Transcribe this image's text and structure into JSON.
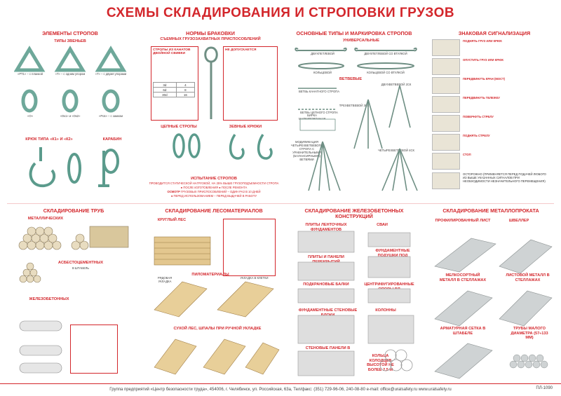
{
  "title": "СХЕМЫ СКЛАДИРОВАНИЯ И СТРОПОВКИ ГРУЗОВ",
  "sections": {
    "elements": {
      "title": "ЭЛЕМЕНТЫ СТРОПОВ",
      "links_title": "ТИПЫ ЗВЕНЬЕВ",
      "links": [
        "«РТ1» – с планкой",
        "«Т» – с одним упором",
        "«Т» – с двумя упорами",
        "«О»",
        "«Ок1» и «Ок2»",
        "«Рсв» – с замком"
      ],
      "hook_title": "КРЮК ТИПА «К1» И «К2»",
      "carbine_title": "КАРАБИН"
    },
    "rejection": {
      "title": "НОРМЫ БРАКОВКИ",
      "subtitle": "СЪЕМНЫХ ГРУЗОЗАХВАТНЫХ ПРИСПОСОБЛЕНИЙ",
      "left_head": "СТРОПЫ ИЗ КАНАТОВ ДВОЙНОЙ СВИВКИ",
      "right_head": "НЕ ДОПУСКАЕТСЯ",
      "table": [
        [
          "3d",
          "4"
        ],
        [
          "6d",
          "8"
        ],
        [
          "30d",
          "16"
        ]
      ],
      "chain_label": "ЦЕПНЫЕ СТРОПЫ",
      "hook_label": "ЗЕВНЫЕ КРЮКИ",
      "test_title": "ИСПЫТАНИЕ СТРОПОВ",
      "test_text_1": "ПРОВОДИТСЯ СТАТИЧЕСКОЙ НАГРУЗКОЙ, НА 25% ВЫШЕ ГРУЗОПОДЪЕМНОСТИ СТРОПА",
      "test_text_2": "● ПОСЛЕ ИЗГОТОВЛЕНИЯ ● ПОСЛЕ РЕМОНТА",
      "inspect_label": "ОСМОТР",
      "inspect_text": "ГРУЗОВЫХ ПРИСПОСОБЛЕНИЙ – ОДИН РАЗ В 10 ДНЕЙ",
      "inspect_text_2": "● ПЕРЕД ИСПОЛЬЗОВАНИЕМ – ПЕРЕД ВЫДАЧЕЙ В РАБОТУ"
    },
    "sling_types": {
      "title": "ОСНОВНЫЕ ТИПЫ И МАРКИРОВКА СТРОПОВ",
      "universal_label": "УНИВЕРСАЛЬНЫЕ",
      "labels": [
        "ДВУХПЕТЛЕВОЙ",
        "ДВУХПЕТЛЕВОЙ СО ВТУЛКОЙ",
        "КОЛЬЦЕВОЙ",
        "КОЛЬЦЕВОЙ СО ВТУЛКОЙ"
      ],
      "branches_label": "ВЕТВЕВЫЕ",
      "rope_branch": "ВЕТВЬ КАНАТНОГО СТРОПА",
      "chain_branch": "ВЕТВЬ ЦЕПНОГО СТРОПА",
      "tag_label": "БИРКА МАРКИРОВОЧНАЯ",
      "three_branch": "ТРЕХВЕТВЕВОЙ 3СК",
      "two_branch": "ДВУХВЕТВЕВОЙ 2СК",
      "four_branch": "ЧЕТЫРЕХВЕТВЕВОЙ 4СК",
      "modification": "МОДИФИКАЦИЯ ЧЕТЫРЕХВЕТВЕВОГО СТРОПА С УРАВНИТЕЛЬНЫМИ (БАЛАНСИРНЫМИ) ВЕТВЯМИ"
    },
    "signals": {
      "title": "ЗНАКОВАЯ СИГНАЛИЗАЦИЯ",
      "items": [
        "ПОДНЯТЬ ГРУЗ ИЛИ КРЮК",
        "ОПУСТИТЬ ГРУЗ ИЛИ КРЮК",
        "ПЕРЕДВИНУТЬ КРАН (МОСТ)",
        "ПЕРЕДВИНУТЬ ТЕЛЕЖКУ",
        "ПОВЕРНУТЬ СТРЕЛУ",
        "ПОДНЯТЬ СТРЕЛУ",
        "СТОП"
      ],
      "note": "ОСТОРОЖНО (ПРИМЕНЯЕТСЯ ПЕРЕД ПОДАЧЕЙ ЛЮБОГО ИЗ ВЫШЕ УКАЗАННЫХ СИГНАЛОВ ПРИ НЕОБХОДИМОСТИ НЕЗНАЧИТЕЛЬНОГО ПЕРЕМЕЩЕНИЯ)"
    },
    "pipes": {
      "title": "СКЛАДИРОВАНИЕ ТРУБ",
      "metal_label": "МЕТАЛЛИЧЕСКИХ",
      "asbestos_label": "АСБЕСТОЦЕМЕНТНЫХ",
      "concrete_label": "ЖЕЛЕЗОБЕТОННЫХ",
      "stack_label": "В ШТАБЕЛЬ"
    },
    "timber": {
      "title": "СКЛАДИРОВАНИЕ ЛЕСОМАТЕРИАЛОВ",
      "round_label": "КРУГЛЫЙ ЛЕС",
      "sawn_label": "ПИЛОМАТЕРИАЛЫ",
      "row_label": "РЯДОВАЯ УКЛАДКА",
      "cage_label": "УКЛАДКА В КЛЕТКИ",
      "dry_label": "СУХОЙ ЛЕС, ШПАЛЫ ПРИ РУЧНОЙ УКЛАДКЕ"
    },
    "concrete": {
      "title": "СКЛАДИРОВАНИЕ ЖЕЛЕЗОБЕТОННЫХ КОНСТРУКЦИЙ",
      "items": [
        "ПЛИТЫ ЛЕНТОЧНЫХ ФУНДАМЕНТОВ",
        "СВАИ",
        "ПЛИТЫ И ПАНЕЛИ ПЕРЕКРЫТИЙ",
        "ФУНДАМЕНТНЫЕ ПОДУШКИ ПОД КОЛОННЫ",
        "ПОДКРАНОВЫЕ БАЛКИ",
        "ЦЕНТРИФУГИРОВАННЫЕ ОПОРЫ ВЛ",
        "ФУНДАМЕНТНЫЕ СТЕНОВЫЕ БЛОКИ",
        "КОЛОННЫ",
        "СТЕНОВЫЕ ПАНЕЛИ В КАССЕТАХ",
        "КОЛЬЦА КОЛОДЦЕВ ВЫСОТОЙ НЕ БОЛЕЕ 2,5 м"
      ]
    },
    "metal": {
      "title": "СКЛАДИРОВАНИЕ МЕТАЛЛОПРОКАТА",
      "items": [
        "ПРОФИЛИРОВАННЫЙ ЛИСТ",
        "ШВЕЛЛЕР",
        "МЕЛКОСОРТНЫЙ МЕТАЛЛ В СТЕЛЛАЖАХ",
        "ЛИСТОВОЙ МЕТАЛЛ В СТЕЛЛАЖАХ",
        "АРМАТУРНАЯ СЕТКА В ШТАБЕЛЕ",
        "ТРУБЫ МАЛОГО ДИАМЕТРА (57÷133 мм)"
      ]
    }
  },
  "footer": "Группа предприятий «Центр безопасности труда», 454006, г. Челябинск, ул. Российская, 63а, Тел/факс: (351) 729-96-06, 240-08-80 e-mail: office@uralsafety.ru www.uralsafety.ru",
  "code": "ПЛ-1090"
}
